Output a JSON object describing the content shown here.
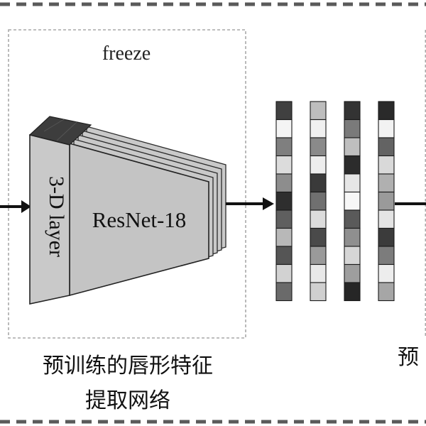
{
  "labels": {
    "freeze": "freeze",
    "layer_3d": "3-D layer",
    "resnet": "ResNet-18",
    "module_caption_line1": "预训练的唇形特征",
    "module_caption_line2": "提取网络",
    "cut_right_char": "预"
  },
  "feature_vectors": [
    [
      "#404040",
      "#f4f4f4",
      "#7f7f7f",
      "#dcdcdc",
      "#8d8d8d",
      "#2e2e2e",
      "#5f5f5f",
      "#b8b8b8",
      "#555555",
      "#d2d2d2",
      "#6a6a6a"
    ],
    [
      "#bdbdbd",
      "#f0f0f0",
      "#8a8a8a",
      "#ededed",
      "#3a3a3a",
      "#707070",
      "#dcdcdc",
      "#4a4a4a",
      "#9a9a9a",
      "#e8e8e8",
      "#cfcfcf"
    ],
    [
      "#333333",
      "#7a7a7a",
      "#bfbfbf",
      "#2c2c2c",
      "#e6e6e6",
      "#f7f7f7",
      "#5a5a5a",
      "#8f8f8f",
      "#d6d6d6",
      "#9e9e9e",
      "#262626"
    ],
    [
      "#2a2a2a",
      "#f2f2f2",
      "#636363",
      "#d9d9d9",
      "#b0b0b0",
      "#9a9a9a",
      "#e4e4e4",
      "#3b3b3b",
      "#7c7c7c",
      "#ededed",
      "#a6a6a6"
    ]
  ],
  "colors": {
    "module_border": "#a9a9a9",
    "outer_border": "#5a5a5a",
    "block_fill": "#c9c9c9",
    "block_dark": "#3d3d3d",
    "arrow": "#111111"
  }
}
